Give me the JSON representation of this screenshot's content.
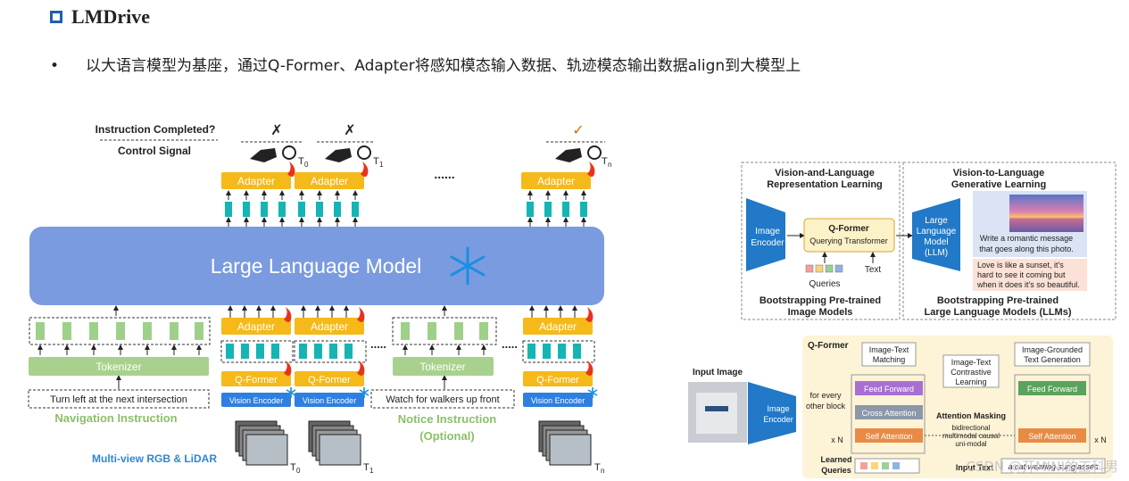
{
  "slide": {
    "title": "LMDrive",
    "bullet": "以大语言模型为基座，通过Q-Former、Adapter将感知模态输入数据、轨迹模态输出数据align到大模型上",
    "watermark": "CSDN @开MINI的工科男"
  },
  "lmdrive": {
    "instruction_completed": "Instruction Completed?",
    "control_signal": "Control Signal",
    "adapter": "Adapter",
    "ellipsis": "......",
    "llm": "Large Language Model",
    "tokenizer": "Tokenizer",
    "qformer": "Q-Former",
    "vision_encoder": "Vision Encoder",
    "nav_text": "Turn left at the next intersection",
    "nav_label": "Navigation Instruction",
    "notice_text": "Watch for walkers up front",
    "notice_label": "Notice Instruction",
    "notice_optional": "(Optional)",
    "rgb_label": "Multi-view RGB & LiDAR",
    "mark_x": "✗",
    "mark_check": "✓",
    "t0": "T",
    "t1": "T",
    "tn": "T",
    "s0": "0",
    "s1": "1",
    "sn": "n",
    "dots4": "....."
  },
  "blip2": {
    "vl_title1": "Vision-and-Language",
    "vl_title2": "Representation Learning",
    "vtl_title1": "Vision-to-Language",
    "vtl_title2": "Generative Learning",
    "image_encoder1": "Image",
    "image_encoder2": "Encoder",
    "qformer_title": "Q-Former",
    "qformer_sub": "Querying Transformer",
    "queries": "Queries",
    "text": "Text",
    "llm1": "Large",
    "llm2": "Language",
    "llm3": "Model",
    "llm4": "(LLM)",
    "prompt1": "Write a romantic message",
    "prompt2": "that goes along this photo.",
    "answer1": "Love is like a sunset, it's",
    "answer2": "hard to see it coming but",
    "answer3": "when it does it's so beautiful.",
    "boot1a": "Bootstrapping Pre-trained",
    "boot1b": "Image Models",
    "boot2a": "Bootstrapping Pre-trained",
    "boot2b": "Large Language Models (LLMs)"
  },
  "qformer_detail": {
    "input_image": "Input Image",
    "image_encoder1": "Image",
    "image_encoder2": "Encoder",
    "qformer": "Q-Former",
    "for_every1": "for every",
    "for_every2": "other block",
    "xn": "x N",
    "feed_forward": "Feed Forward",
    "cross_attention": "Cross Attention",
    "self_attention": "Self Attention",
    "itm1": "Image-Text",
    "itm2": "Matching",
    "itc1": "Image-Text",
    "itc2": "Contrastive",
    "itc3": "Learning",
    "itg1": "Image-Grounded",
    "itg2": "Text Generation",
    "attn_mask": "Attention Masking",
    "bidir": "bidirectional",
    "mm_causal": "multimodal causal",
    "unimodal": "uni-modal",
    "learned1": "Learned",
    "learned2": "Queries",
    "input_text": "Input Text",
    "caption": "a cat wearing sunglasses"
  }
}
